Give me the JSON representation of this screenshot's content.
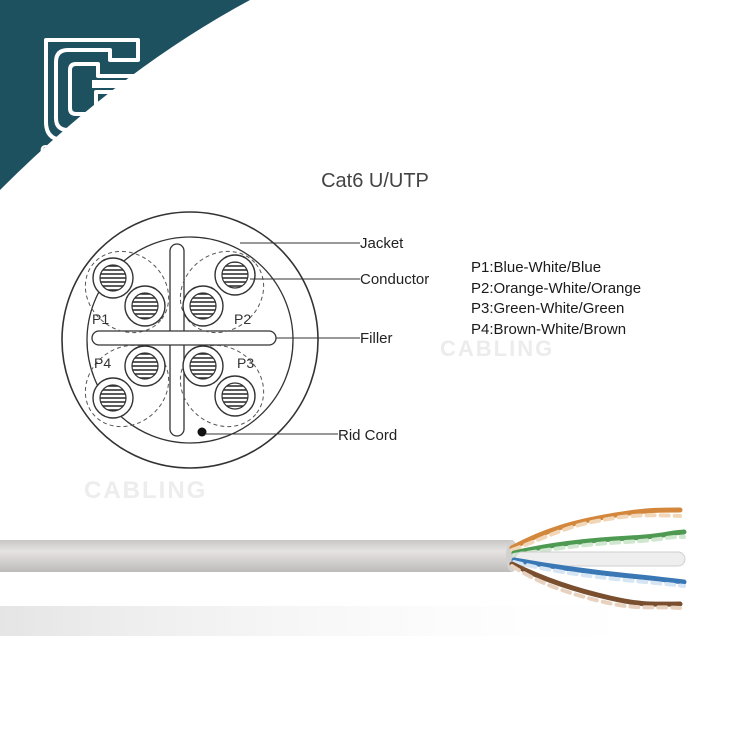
{
  "brand": {
    "logo_text": "CABLING",
    "colors": {
      "teal": "#1e5160",
      "white": "#ffffff"
    }
  },
  "title": "Cat6 U/UTP",
  "callouts": {
    "jacket": "Jacket",
    "conductor": "Conductor",
    "filler": "Filler",
    "rid_cord": "Rid Cord"
  },
  "pair_labels": [
    "P1",
    "P2",
    "P3",
    "P4"
  ],
  "legend": [
    "P1:Blue-White/Blue",
    "P2:Orange-White/Orange",
    "P3:Green-White/Green",
    "P4:Brown-White/Brown"
  ],
  "cable_colors": {
    "jacket": "#d9d6d6",
    "blue": "#3a78b5",
    "orange": "#d2873c",
    "green": "#4f9a52",
    "brown": "#7a4f2f"
  }
}
